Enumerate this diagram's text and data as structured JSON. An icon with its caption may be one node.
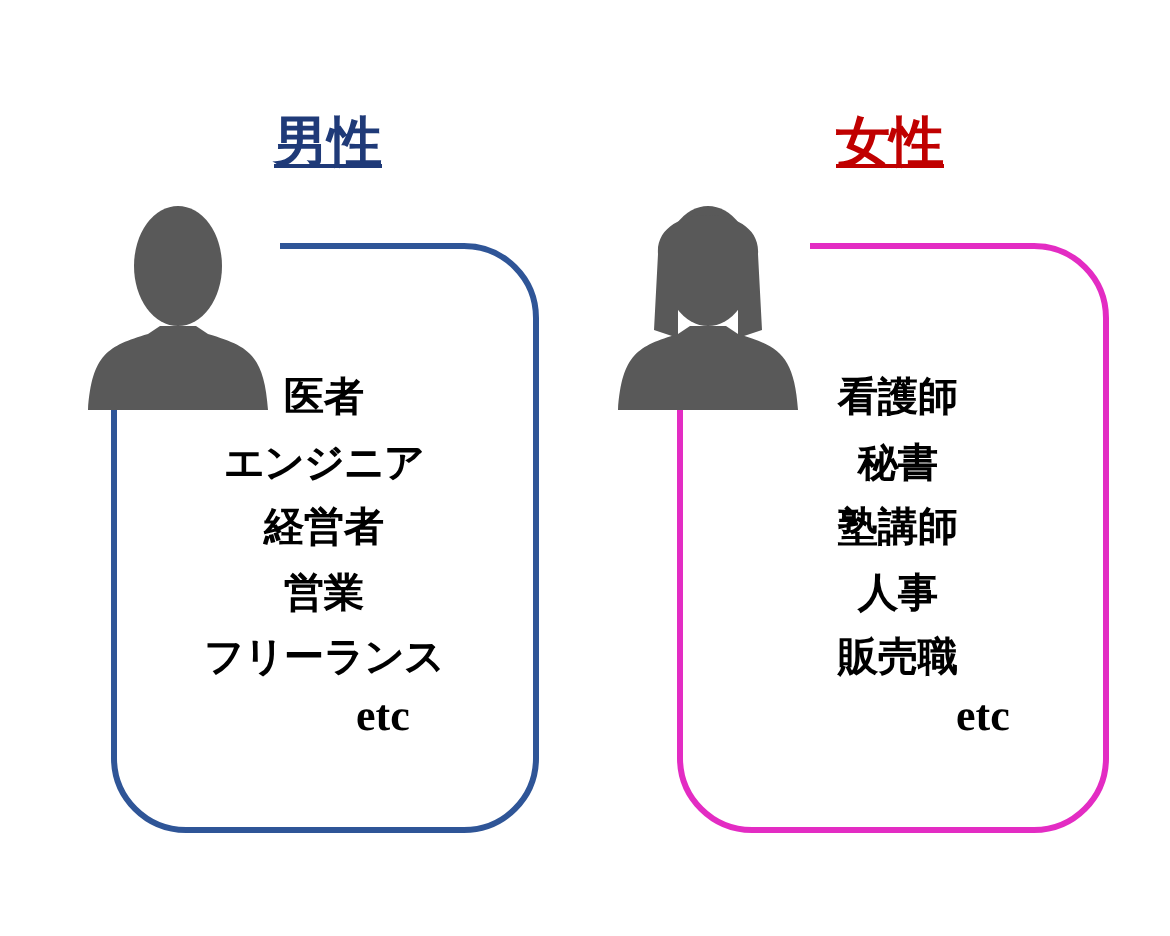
{
  "diagram": {
    "nodes": [
      {
        "text": [
          "男性",
          "医者",
          "エンジニア",
          "経営者",
          "営業",
          "フリーランス",
          "etc"
        ]
      },
      {
        "text": [
          "女性",
          "看護師",
          "秘書",
          "塾講師",
          "人事",
          "販売職",
          "etc"
        ]
      }
    ]
  }
}
